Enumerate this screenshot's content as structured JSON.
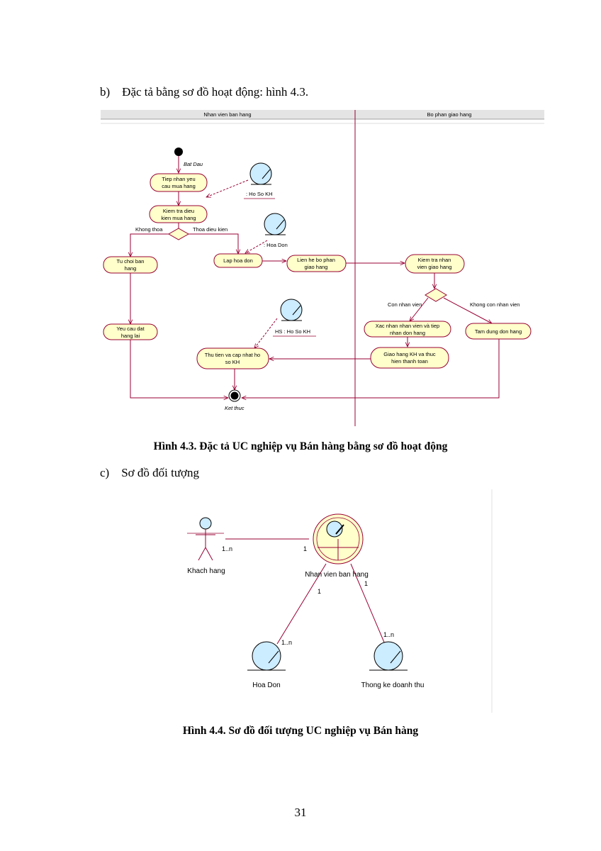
{
  "section_b": "b) Đặc tả bằng sơ đồ hoạt động: hình 4.3.",
  "activity": {
    "lane_left": "Nhan vien ban hang",
    "lane_right": "Bo phan giao hang",
    "start_label": "Bat Dau",
    "end_label": "Ket thuc",
    "nodes": {
      "n1": [
        "Tiep nhan yeu",
        "cau mua hang"
      ],
      "n2": [
        "Kiem tra dieu",
        "kien mua hang"
      ],
      "n3": [
        "Tu choi ban",
        "hang"
      ],
      "n4": [
        "Lap hoa don"
      ],
      "n5": [
        "Lien he bo phan",
        "giao hang"
      ],
      "n6": [
        "Kiem tra nhan",
        "vien giao hang"
      ],
      "n7": [
        "Yeu cau dat",
        "hang lai"
      ],
      "n8": [
        "Xac nhan nhan vien và tiep",
        "nhan don hang"
      ],
      "n9": [
        "Tam dung don hang"
      ],
      "n10": [
        "Giao hang KH va thuc",
        "hien thanh toan"
      ],
      "n11": [
        "Thu tien va cap nhat ho",
        "so KH"
      ]
    },
    "guards": {
      "khong_thoa": "Khong thoa",
      "thoa": "Thoa dieu kien",
      "con": "Con nhan vien",
      "khong_con": "Khong con nhan vien"
    },
    "objects": {
      "ho_so": ": Ho So KH",
      "hoa_don": ": Hoa Don",
      "hs": "HS : Ho So KH"
    }
  },
  "caption_43": "Hình 4.3. Đặc tả UC nghiệp vụ Bán hàng bằng sơ đồ hoạt động",
  "section_c": "c) Sơ đồ đối tượng",
  "object_diagram": {
    "actor": "Khach hang",
    "control": "Nhan vien ban hang",
    "entity_left": "Hoa Don",
    "entity_right": "Thong ke doanh thu",
    "mult": {
      "actor_end": "1..n",
      "control_end": "1",
      "ctrl_left": "1",
      "ctrl_right": "1",
      "hoadon_end": "1..n",
      "thongke_end": "1..n"
    }
  },
  "caption_44": "Hình 4.4. Sơ đồ đối tượng UC nghiệp vụ Bán hàng",
  "page_number": "31"
}
